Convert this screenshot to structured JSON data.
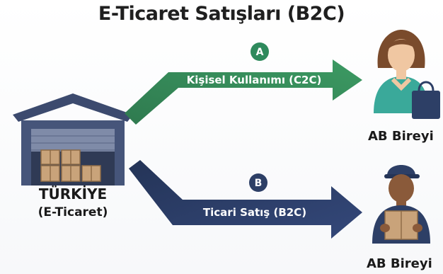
{
  "title": "E-Ticaret Satışları (B2C)",
  "origin": {
    "name": "TÜRKİYE",
    "subtitle": "(E-Ticaret)",
    "icon": "warehouse-icon"
  },
  "flows": [
    {
      "badge": "A",
      "label": "Kişisel Kullanımı (C2C)",
      "receiver_label": "AB Bireyi",
      "receiver_icon": "shopper-woman-icon",
      "color": "#2e8a5c"
    },
    {
      "badge": "B",
      "label": "Ticari Satış (B2C)",
      "receiver_label": "AB Bireyi",
      "receiver_icon": "delivery-man-icon",
      "color": "#2d3f66"
    }
  ],
  "colors": {
    "green": "#2e8a5c",
    "navy": "#2d3f66",
    "box": "#c9a37a",
    "teal": "#3aa99a"
  }
}
